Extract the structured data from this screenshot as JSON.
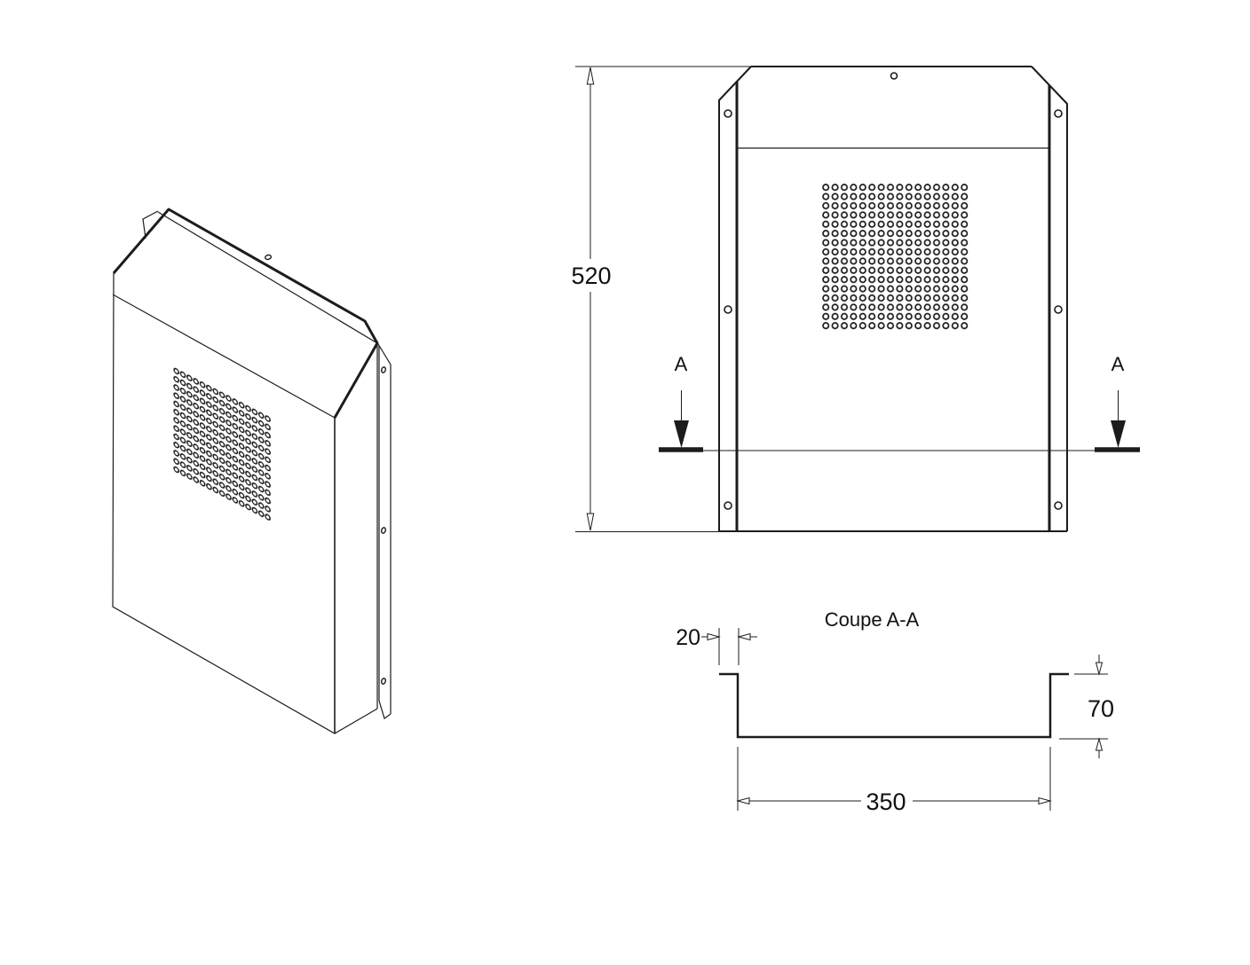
{
  "drawing": {
    "background": "#ffffff",
    "line_color": "#1c1c1c",
    "type": "technical-drawing-sheet-metal-cover",
    "front_view": {
      "height_dim": "520",
      "section_marker_left": "A",
      "section_marker_right": "A"
    },
    "section_view": {
      "title": "Coupe A-A",
      "flange_dim": "20",
      "depth_dim": "70",
      "width_dim": "350"
    }
  }
}
